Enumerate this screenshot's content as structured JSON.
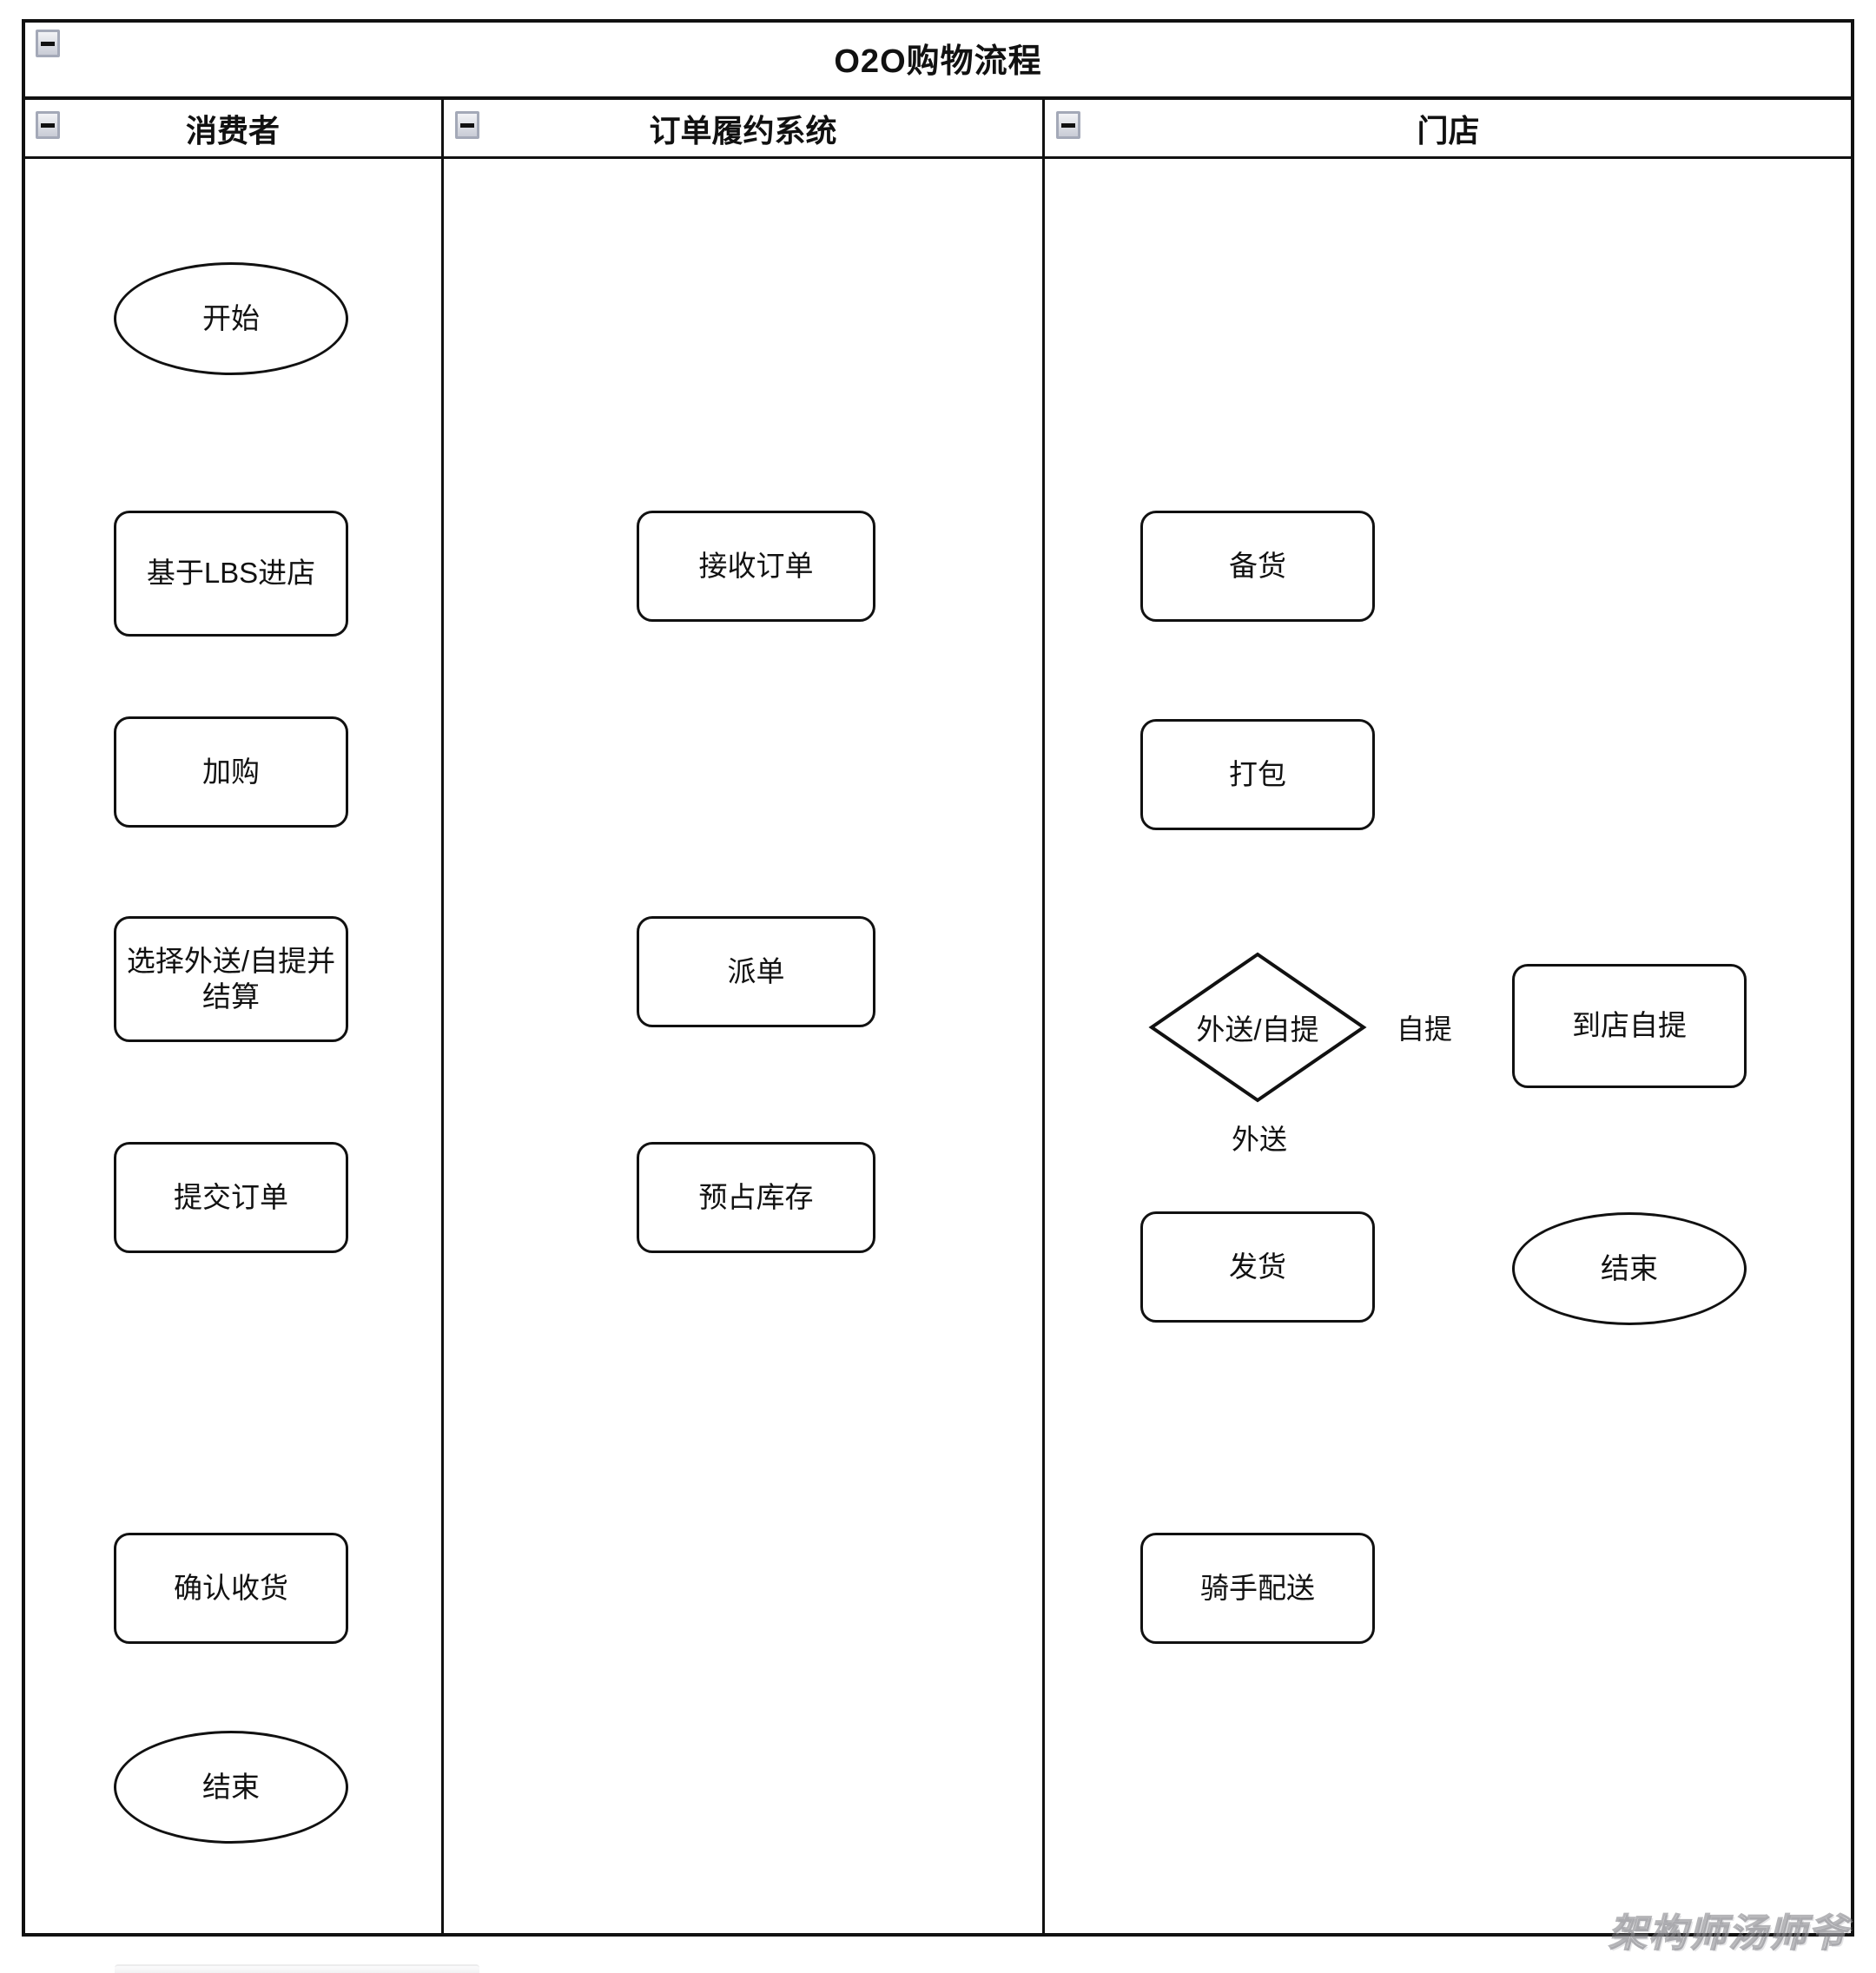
{
  "diagram": {
    "type": "swimlane-flowchart",
    "title": "O2O购物流程",
    "collapse_icon": "minus-box-icon",
    "lanes": [
      {
        "id": "consumer",
        "label": "消费者"
      },
      {
        "id": "ofs",
        "label": "订单履约系统"
      },
      {
        "id": "store",
        "label": "门店"
      }
    ],
    "nodes": [
      {
        "id": "start",
        "lane": "consumer",
        "shape": "terminator",
        "label": "开始"
      },
      {
        "id": "lbs",
        "lane": "consumer",
        "shape": "process",
        "label": "基于LBS进店"
      },
      {
        "id": "cart",
        "lane": "consumer",
        "shape": "process",
        "label": "加购"
      },
      {
        "id": "choose",
        "lane": "consumer",
        "shape": "process",
        "label": "选择外送/自提并结算"
      },
      {
        "id": "submit",
        "lane": "consumer",
        "shape": "process",
        "label": "提交订单"
      },
      {
        "id": "confirm",
        "lane": "consumer",
        "shape": "process",
        "label": "确认收货"
      },
      {
        "id": "end_consumer",
        "lane": "consumer",
        "shape": "terminator",
        "label": "结束"
      },
      {
        "id": "receive",
        "lane": "ofs",
        "shape": "process",
        "label": "接收订单"
      },
      {
        "id": "dispatch",
        "lane": "ofs",
        "shape": "process",
        "label": "派单"
      },
      {
        "id": "reserve",
        "lane": "ofs",
        "shape": "process",
        "label": "预占库存"
      },
      {
        "id": "prepare",
        "lane": "store",
        "shape": "process",
        "label": "备货"
      },
      {
        "id": "pack",
        "lane": "store",
        "shape": "process",
        "label": "打包"
      },
      {
        "id": "decision",
        "lane": "store",
        "shape": "decision",
        "label": "外送/自提"
      },
      {
        "id": "pickup",
        "lane": "store",
        "shape": "process",
        "label": "到店自提"
      },
      {
        "id": "end_pickup",
        "lane": "store",
        "shape": "terminator",
        "label": "结束"
      },
      {
        "id": "ship",
        "lane": "store",
        "shape": "process",
        "label": "发货"
      },
      {
        "id": "rider",
        "lane": "store",
        "shape": "process",
        "label": "骑手配送"
      }
    ],
    "edges": [
      {
        "from": "start",
        "to": "lbs",
        "label": ""
      },
      {
        "from": "lbs",
        "to": "cart",
        "label": ""
      },
      {
        "from": "cart",
        "to": "choose",
        "label": ""
      },
      {
        "from": "choose",
        "to": "submit",
        "label": ""
      },
      {
        "from": "submit",
        "to": "receive",
        "label": ""
      },
      {
        "from": "receive",
        "to": "dispatch",
        "label": ""
      },
      {
        "from": "dispatch",
        "to": "reserve",
        "label": ""
      },
      {
        "from": "reserve",
        "to": "prepare",
        "label": ""
      },
      {
        "from": "prepare",
        "to": "pack",
        "label": ""
      },
      {
        "from": "pack",
        "to": "decision",
        "label": ""
      },
      {
        "from": "decision",
        "to": "pickup",
        "label": "自提"
      },
      {
        "from": "decision",
        "to": "ship",
        "label": "外送"
      },
      {
        "from": "pickup",
        "to": "end_pickup",
        "label": ""
      },
      {
        "from": "ship",
        "to": "rider",
        "label": ""
      },
      {
        "from": "rider",
        "to": "confirm",
        "label": ""
      },
      {
        "from": "confirm",
        "to": "end_consumer",
        "label": ""
      }
    ],
    "edge_labels": {
      "pickup": "自提",
      "delivery": "外送"
    },
    "watermark": "架构师汤师爷",
    "colors": {
      "stroke": "#111111",
      "fill": "#ffffff",
      "chrome": "#a4a9b8"
    }
  }
}
